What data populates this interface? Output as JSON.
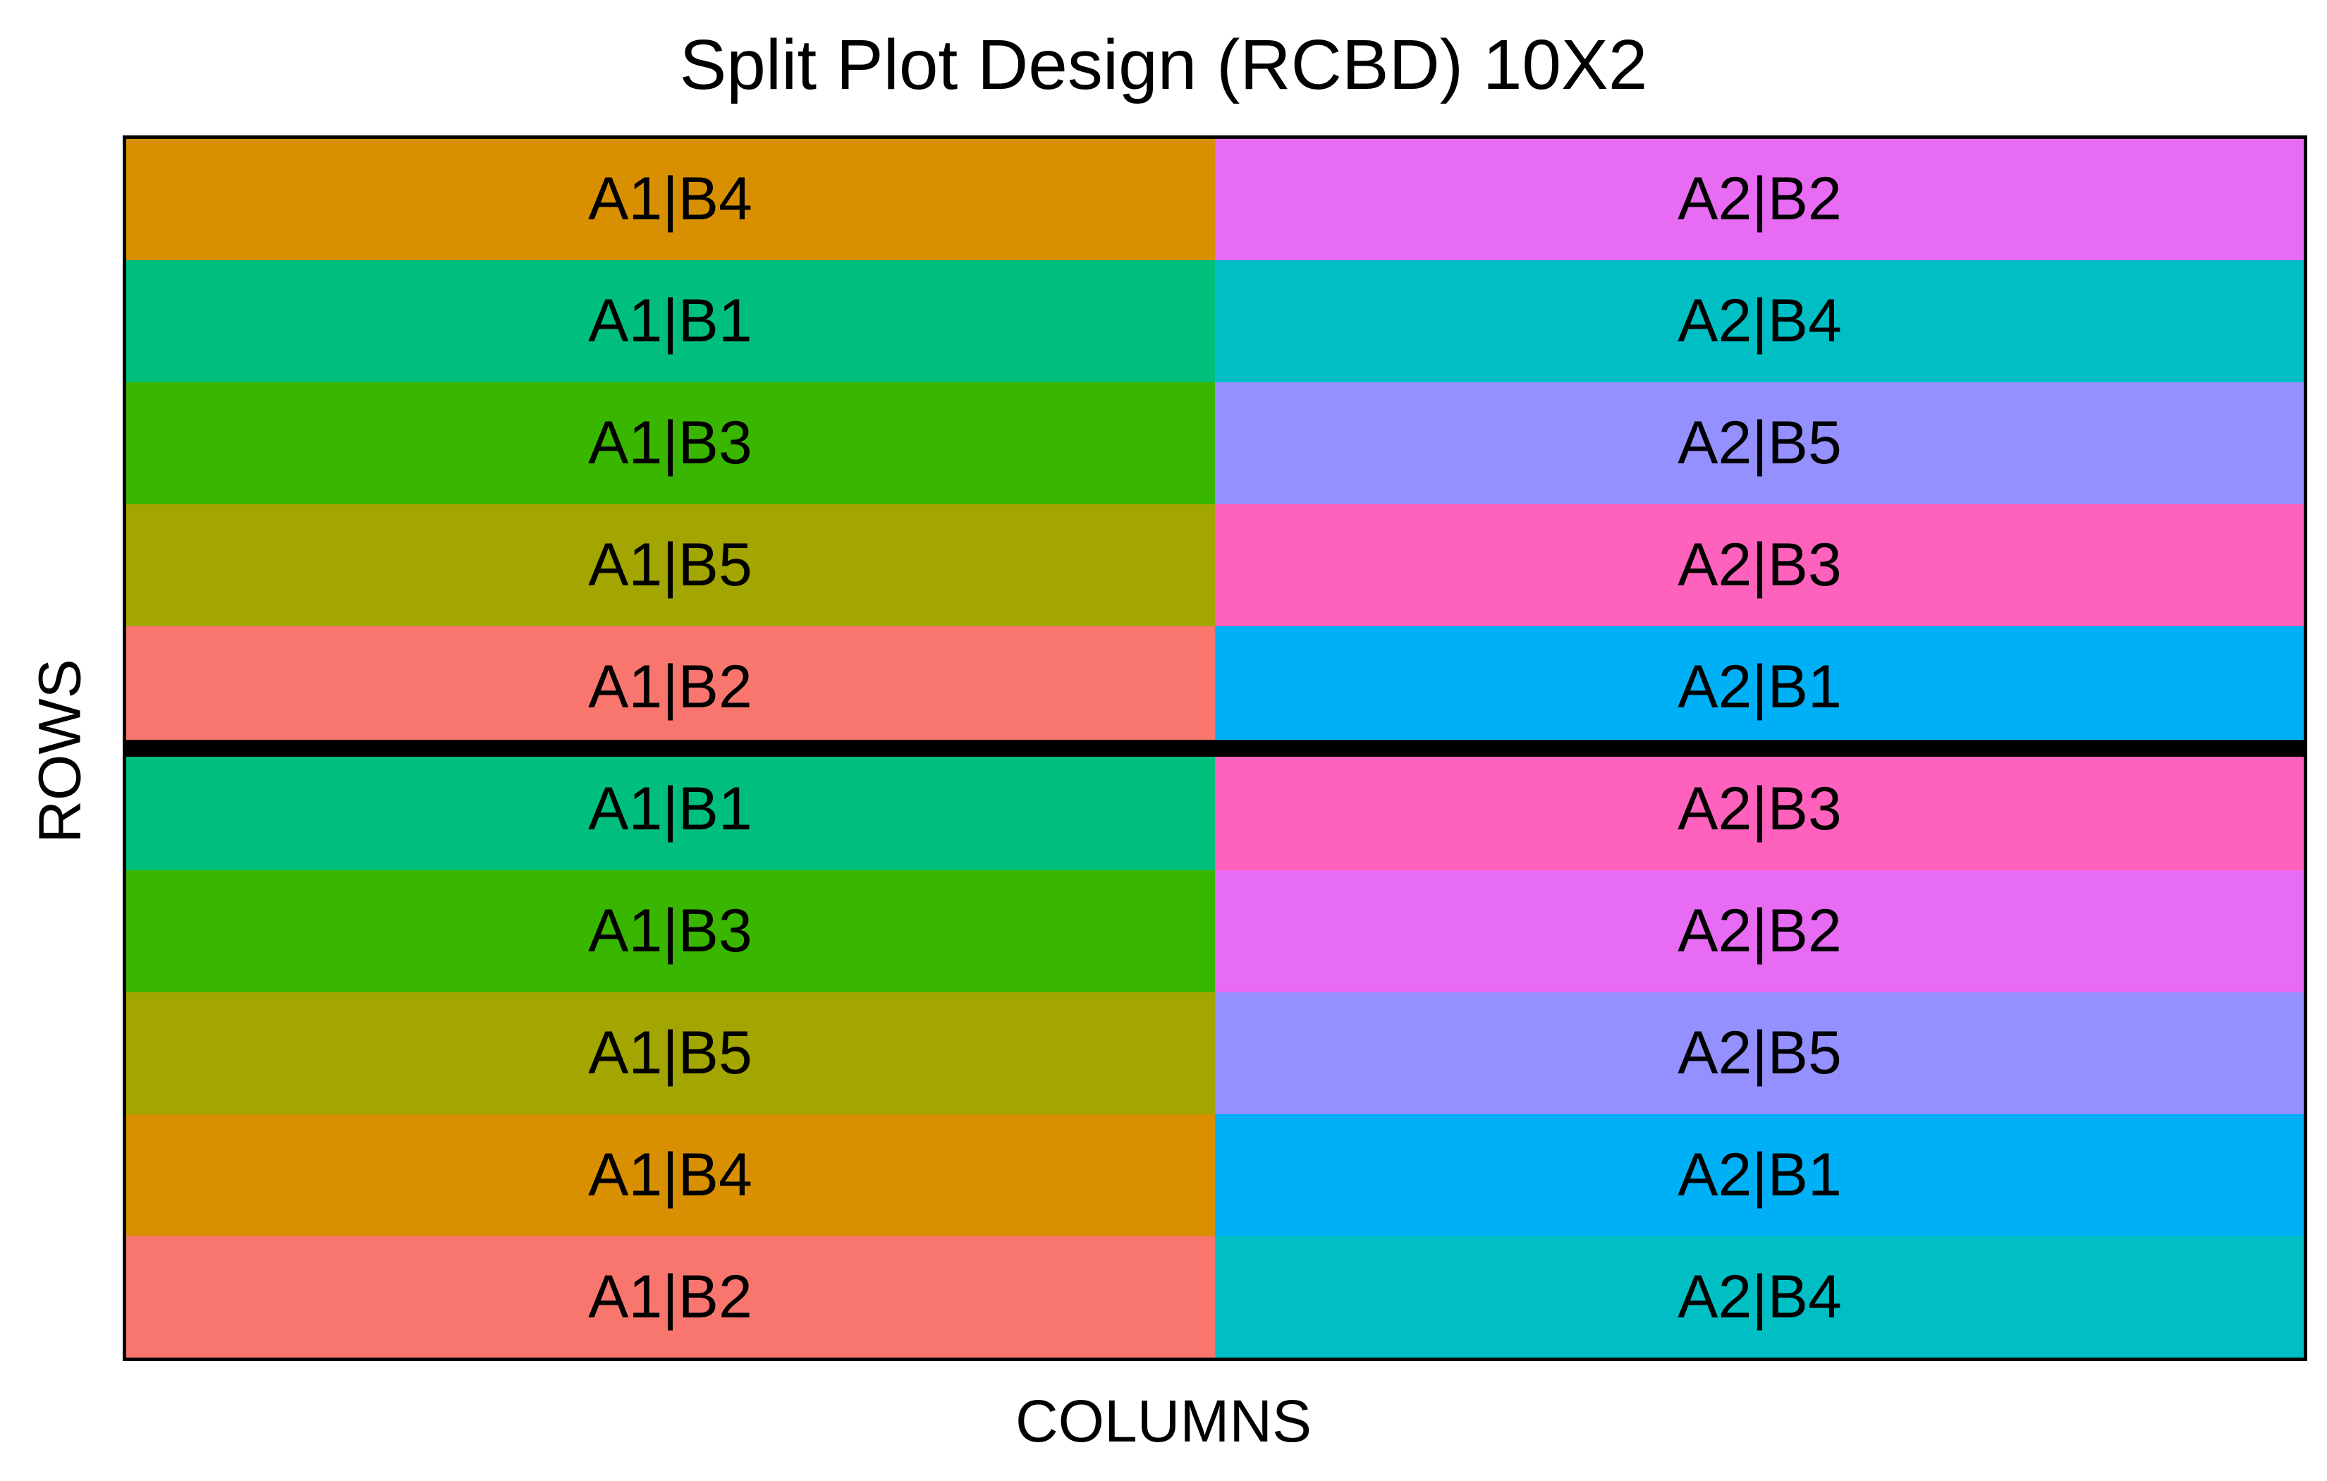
{
  "title": "Split Plot Design (RCBD) 10X2",
  "ylabel": "ROWS",
  "xlabel": "COLUMNS",
  "colors": {
    "A1|B1": "#00BF7D",
    "A1|B2": "#F8766D",
    "A1|B3": "#39B600",
    "A1|B4": "#D89000",
    "A1|B5": "#A3A500",
    "A2|B1": "#00B0F6",
    "A2|B2": "#E76BF3",
    "A2|B3": "#FF62BC",
    "A2|B4": "#00BFC4",
    "A2|B5": "#9590FF"
  },
  "columns": [
    {
      "cells": [
        {
          "label": "A1|B4"
        },
        {
          "label": "A1|B1"
        },
        {
          "label": "A1|B3"
        },
        {
          "label": "A1|B5"
        },
        {
          "label": "A1|B2"
        },
        {
          "label": "A1|B1"
        },
        {
          "label": "A1|B3"
        },
        {
          "label": "A1|B5"
        },
        {
          "label": "A1|B4"
        },
        {
          "label": "A1|B2"
        }
      ]
    },
    {
      "cells": [
        {
          "label": "A2|B2"
        },
        {
          "label": "A2|B4"
        },
        {
          "label": "A2|B5"
        },
        {
          "label": "A2|B3"
        },
        {
          "label": "A2|B1"
        },
        {
          "label": "A2|B3"
        },
        {
          "label": "A2|B2"
        },
        {
          "label": "A2|B5"
        },
        {
          "label": "A2|B1"
        },
        {
          "label": "A2|B4"
        }
      ]
    }
  ]
}
